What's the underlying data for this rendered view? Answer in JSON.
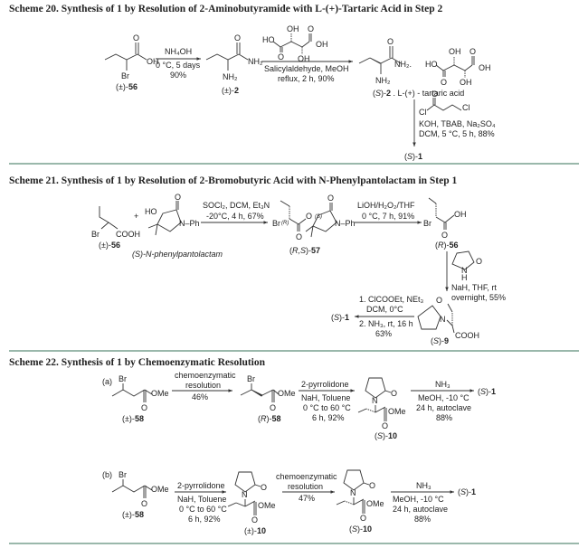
{
  "scheme20": {
    "title": "Scheme 20. Synthesis of 1 by Resolution of 2-Aminobutyramide with L-(+)-Tartaric Acid in Step 2",
    "compounds": {
      "start": {
        "label_prefix": "(±)-",
        "label_num": "56",
        "atoms": [
          "OH",
          "O",
          "Br"
        ]
      },
      "amide": {
        "label_prefix": "(±)-",
        "label_num": "2",
        "atoms": [
          "O",
          "NH₂",
          "NH₂"
        ]
      },
      "salt": {
        "label": "(S)-2 . L-(+) - tartaric acid",
        "label_prefix": "(",
        "label_s": "S",
        "label_mid": ")-",
        "label_num": "2",
        "label_rest": " . L-(+) - tartaric acid",
        "atoms": [
          "O",
          "NH₂.",
          "NH₂",
          "HO",
          "OH",
          "O",
          "OH",
          "O",
          "OH"
        ]
      },
      "product": {
        "label_prefix": "(",
        "label_s": "S",
        "label_mid": ")-",
        "label_num": "1"
      },
      "reagent_acyl": {
        "atoms": [
          "O",
          "Cl",
          "Cl"
        ]
      },
      "tartaric_reagent": {
        "atoms": [
          "HO",
          "OH",
          "O",
          "O",
          "OH",
          "OH"
        ]
      }
    },
    "steps": [
      {
        "above": "NH₄OH",
        "below": [
          "0 °C, 5 days",
          "90%"
        ]
      },
      {
        "above": "",
        "below": [
          "Salicylaldehyde, MeOH",
          "reflux, 2 h, 90%"
        ]
      },
      {
        "side": [
          "KOH, TBAB, Na₂SO₄",
          "DCM, 5 °C, 5 h, 88%"
        ]
      }
    ]
  },
  "scheme21": {
    "title": "Scheme 21. Synthesis of 1 by Resolution of 2-Bromobutyric Acid with N-Phenylpantolactam in Step 1",
    "compounds": {
      "start": {
        "label_prefix": "(±)-",
        "label_num": "56",
        "atoms": [
          "Br",
          "COOH"
        ]
      },
      "plus": "+",
      "auxiliary": {
        "label": "(S)-N-phenylpantolactam",
        "atoms": [
          "HO",
          "O",
          "N–Ph"
        ]
      },
      "ester": {
        "label_prefix": "(",
        "label_s": "R,S",
        "label_mid": ")-",
        "label_num": "57",
        "atoms": [
          "Br",
          "(R)",
          "O",
          "(S)",
          "O",
          "O",
          "N–Ph"
        ]
      },
      "acid": {
        "label_prefix": "(",
        "label_s": "R",
        "label_mid": ")-",
        "label_num": "56",
        "atoms": [
          "Br",
          "OH",
          "O"
        ]
      },
      "pyrrolidone": {
        "atoms": [
          "O",
          "N",
          "H"
        ]
      },
      "acid9": {
        "label_prefix": "(",
        "label_s": "S",
        "label_mid": ")-",
        "label_num": "9",
        "atoms": [
          "O",
          "N",
          "COOH"
        ]
      },
      "product": {
        "label_prefix": "(",
        "label_s": "S",
        "label_mid": ")-",
        "label_num": "1"
      }
    },
    "steps": [
      {
        "above": [
          "SOCl₂, DCM, Et₃N",
          "-20°C, 4 h, 67%"
        ]
      },
      {
        "above": [
          "LiOH/H₂O₂/THF",
          "0 °C, 7 h, 91%"
        ]
      },
      {
        "side": [
          "NaH, THF, rt",
          "overnight, 55%"
        ]
      },
      {
        "above": [
          "1. ClCOOEt, NEt₃",
          "DCM, 0°C"
        ],
        "below": [
          "2. NH₃, rt, 16 h",
          "63%"
        ]
      }
    ]
  },
  "scheme22": {
    "title": "Scheme 22. Synthesis of 1 by Chemoenzymatic Resolution",
    "routes": [
      {
        "tag": "(a)",
        "compounds": [
          {
            "label_prefix": "(±)-",
            "label_num": "58",
            "atoms": [
              "Br",
              "OMe",
              "O"
            ]
          },
          {
            "label_prefix": "(",
            "label_s": "R",
            "label_mid": ")-",
            "label_num": "58",
            "atoms": [
              "Br",
              "OMe",
              "O"
            ]
          },
          {
            "label_prefix": "(",
            "label_s": "S",
            "label_mid": ")-",
            "label_num": "10",
            "atoms": [
              "N",
              "O",
              "OMe",
              "O"
            ]
          },
          {
            "label_prefix": "(",
            "label_s": "S",
            "label_mid": ")-",
            "label_num": "1"
          }
        ],
        "steps": [
          {
            "above": [
              "chemoenzymatic",
              "resolution"
            ],
            "below": [
              "46%"
            ]
          },
          {
            "above": [
              "2-pyrrolidone"
            ],
            "below": [
              "NaH, Toluene",
              "0 °C to 60 °C",
              "6 h, 92%"
            ]
          },
          {
            "above": [
              "NH₃"
            ],
            "below": [
              "MeOH, -10 °C",
              "24 h, autoclave",
              "88%"
            ]
          }
        ]
      },
      {
        "tag": "(b)",
        "compounds": [
          {
            "label_prefix": "(±)-",
            "label_num": "58",
            "atoms": [
              "Br",
              "OMe",
              "O"
            ]
          },
          {
            "label_prefix": "(±)-",
            "label_num": "10",
            "atoms": [
              "N",
              "O",
              "OMe",
              "O"
            ]
          },
          {
            "label_prefix": "(",
            "label_s": "S",
            "label_mid": ")-",
            "label_num": "10",
            "atoms": [
              "N",
              "O",
              "OMe",
              "O"
            ]
          },
          {
            "label_prefix": "(",
            "label_s": "S",
            "label_mid": ")-",
            "label_num": "1"
          }
        ],
        "steps": [
          {
            "above": [
              "2-pyrrolidone"
            ],
            "below": [
              "NaH, Toluene",
              "0 °C to 60 °C",
              "6 h, 92%"
            ]
          },
          {
            "above": [
              "chemoenzymatic",
              "resolution"
            ],
            "below": [
              "47%"
            ]
          },
          {
            "above": [
              "NH₃"
            ],
            "below": [
              "MeOH, -10 °C",
              "24 h, autoclave",
              "88%"
            ]
          }
        ]
      }
    ]
  },
  "colors": {
    "separator": "#9ab8ab",
    "text": "#222222"
  }
}
